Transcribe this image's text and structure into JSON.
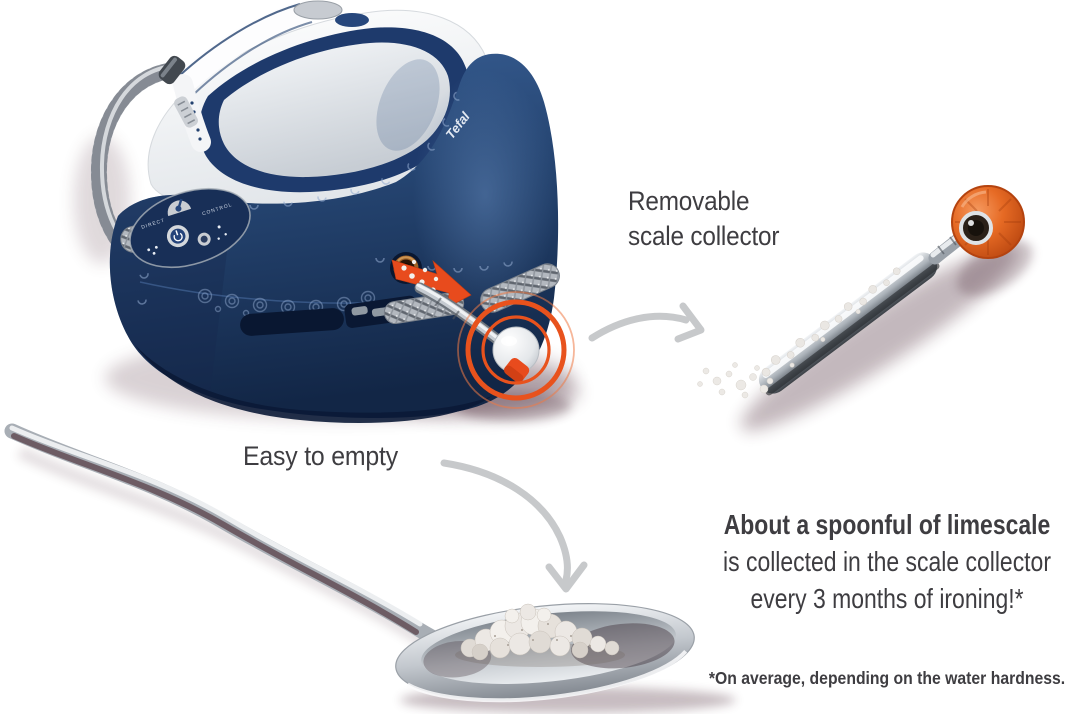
{
  "page": {
    "background_color": "#ffffff"
  },
  "brand": {
    "logo_text": "Tefal"
  },
  "station": {
    "panel_labels": {
      "left": "DIRECT",
      "right": "CONTROL"
    }
  },
  "annotations": {
    "removable_line1": "Removable",
    "removable_line2": "scale collector",
    "easy_to_empty": "Easy to empty"
  },
  "headline": {
    "line1": "About a spoonful of limescale",
    "line2": "is collected in the scale collector",
    "line3": "every 3 months of ironing!*"
  },
  "footnote": "*On average, depending on the water hardness.",
  "colors": {
    "text": "#3e3d41",
    "arrow_gray": "#c7c9cb",
    "accent_orange": "#e8511c",
    "iron_navy": "#24426f",
    "navy_dark": "#122646",
    "chrome": "#c4c9cf",
    "copper": "#a06328",
    "limescale_white": "#ece8e4",
    "shadow_maroon": "#4a2836"
  }
}
